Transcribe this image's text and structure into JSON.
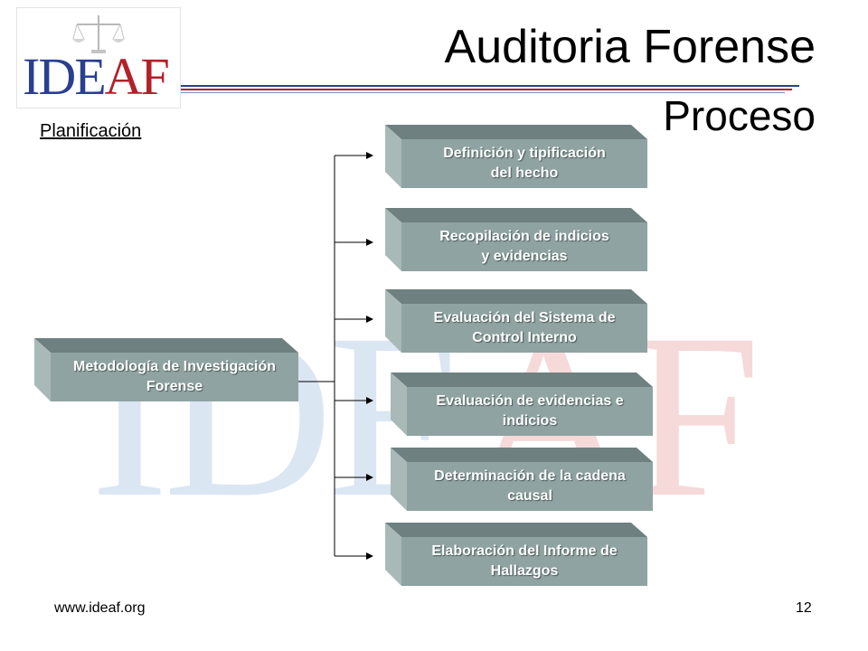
{
  "header": {
    "title": "Auditoria Forense",
    "subtitle": "Proceso",
    "section_label": "Planificación"
  },
  "logo": {
    "text_blue": "IDE",
    "text_red": "AF",
    "blue_color": "#2a3f8f",
    "red_color": "#b3202a"
  },
  "watermark": {
    "text_blue": "IDE",
    "text_red": "AF"
  },
  "diagram": {
    "root": {
      "line1": "Metodología de Investigación",
      "line2": "Forense"
    },
    "steps": [
      {
        "line1": "Definición y tipificación",
        "line2": "del hecho"
      },
      {
        "line1": "Recopilación de indicios",
        "line2": "y evidencias"
      },
      {
        "line1": "Evaluación del Sistema de",
        "line2": "Control Interno"
      },
      {
        "line1": "Evaluación de evidencias e",
        "line2": "indicios"
      },
      {
        "line1": "Determinación de la cadena",
        "line2": "causal"
      },
      {
        "line1": "Elaboración del Informe de",
        "line2": "Hallazgos"
      }
    ],
    "box_color": "#8fa3a2"
  },
  "footer": {
    "website": "www.ideaf.org",
    "page_number": "12"
  }
}
